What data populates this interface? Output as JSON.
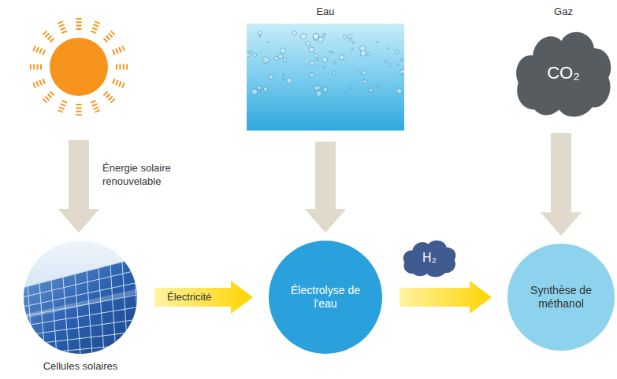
{
  "diagram": {
    "nodes": [
      {
        "text": [
          "Eau"
        ]
      },
      {
        "text": [
          "Gaz",
          "CO₂"
        ]
      },
      {
        "text": [
          "Cellules solaires"
        ]
      },
      {
        "text": [
          "Électrolyse de l'eau"
        ]
      },
      {
        "text": [
          "Synthèse de méthanol"
        ]
      }
    ],
    "edges": [
      {
        "from": 2,
        "to": 3,
        "label": "Électricité",
        "arrow": "to"
      },
      {
        "from": 3,
        "to": 4,
        "label": "H₂",
        "arrow": "to"
      },
      {
        "from": 0,
        "to": 3,
        "arrow": "to"
      },
      {
        "from": 1,
        "to": 4,
        "arrow": "to"
      }
    ],
    "labels": [
      "Énergie solaire renouvelable"
    ]
  }
}
